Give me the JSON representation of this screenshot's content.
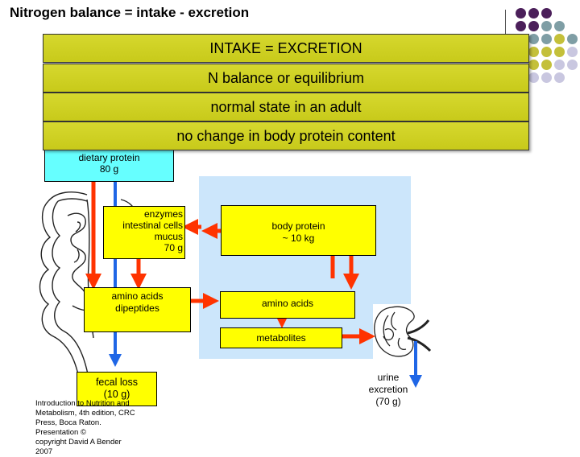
{
  "title": "Nitrogen balance = intake - excretion",
  "banners": [
    "INTAKE = EXCRETION",
    "N balance or equilibrium",
    "normal state in an adult",
    "no change in body protein content"
  ],
  "boxes": {
    "dietary": {
      "line1": "dietary protein",
      "line2": "80 g"
    },
    "enzymes": {
      "line1": "enzymes",
      "line2": "intestinal cells",
      "line3": "mucus",
      "line4": "70 g"
    },
    "amino_dipeptides": {
      "line1": "amino acids",
      "line2": "dipeptides"
    },
    "body_protein": {
      "line1": "body protein",
      "line2": "~ 10 kg"
    },
    "amino_acids": {
      "line1": "amino acids"
    },
    "metabolites": {
      "line1": "metabolites"
    },
    "fecal": {
      "line1": "fecal loss",
      "line2": "(10 g)"
    }
  },
  "urine": {
    "line1": "urine",
    "line2": "excretion",
    "line3": "(70 g)"
  },
  "credit": {
    "line1": "Introduction to Nutrition and",
    "line2": "Metabolism, 4th edition, CRC",
    "line3": "Press, Boca Raton. Presentation ©",
    "line4": "copyright David A Bender 2007"
  },
  "colors": {
    "arrow_red": "#ff3300",
    "arrow_blue": "#1f66e6",
    "box_yellow": "#ffff00",
    "box_cyan": "#66ffff",
    "panel_blue": "#cce6fb",
    "dot_purple": "#4b1f5a",
    "dot_teal": "#7f9ea5",
    "dot_olive": "#c4c03a",
    "dot_lavender": "#c9c7e0"
  },
  "icons": [
    "intestine-drawing",
    "kidney-drawing"
  ]
}
